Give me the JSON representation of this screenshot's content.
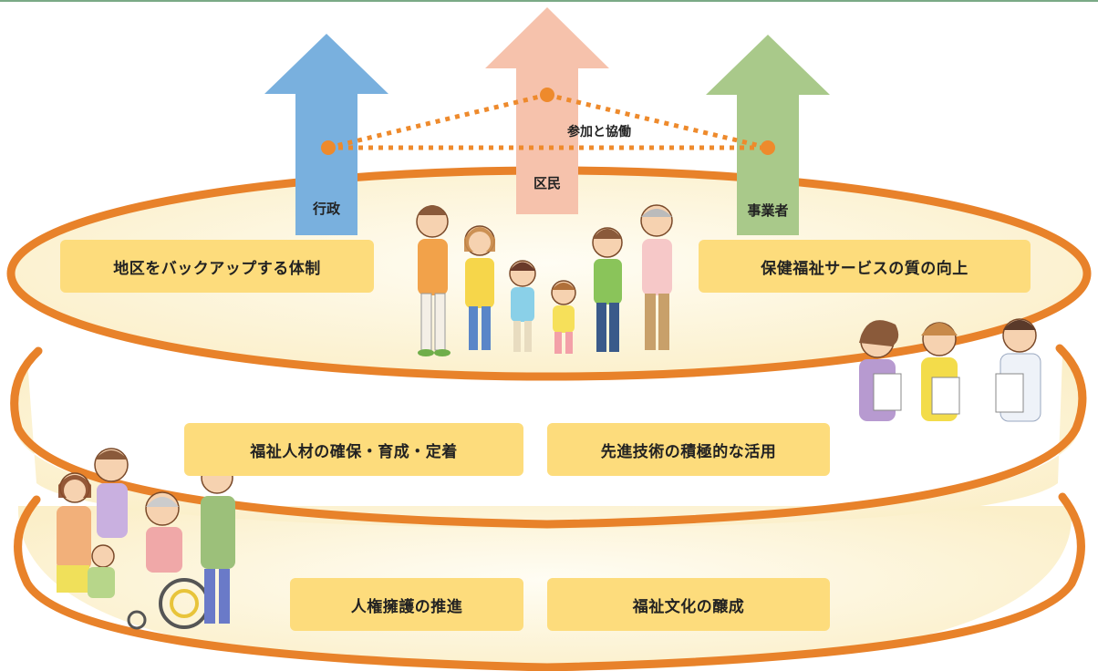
{
  "arrows": {
    "gyosei": "行政",
    "kumin": "区民",
    "jigyosha": "事業者"
  },
  "collaboration": "参加と協働",
  "tiers": {
    "top": {
      "left_box": "地区をバックアップする体制",
      "right_box": "保健福祉サービスの質の向上"
    },
    "middle": {
      "left_box": "福祉人材の確保・育成・定着",
      "right_box": "先進技術の積極的な活用"
    },
    "bottom": {
      "left_box": "人権擁護の推進",
      "right_box": "福祉文化の醸成"
    }
  },
  "colors": {
    "ring_orange": "#e8822a",
    "disc_fill": "#fdf6dd",
    "box_yellow": "#fddc7c",
    "arrow_blue": "#79b0de",
    "arrow_pink": "#f6c2ac",
    "arrow_green": "#a9c98a",
    "dot_orange": "#ee8a2c"
  },
  "icons": {
    "family": "family-group-illustration",
    "staff": "care-staff-group-illustration",
    "care": "wheelchair-care-family-illustration"
  }
}
